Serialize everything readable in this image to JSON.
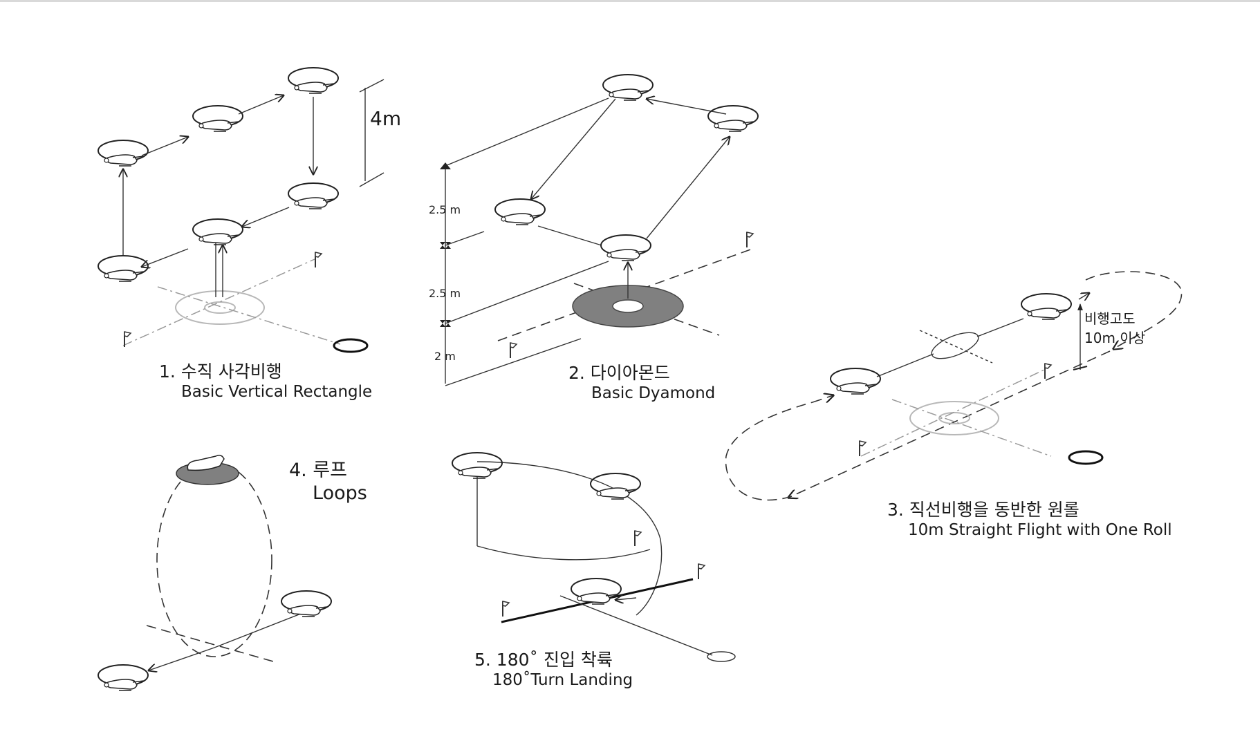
{
  "maneuvers": [
    {
      "title_ko": "1. 수직 사각비행",
      "title_en": "Basic Vertical Rectangle",
      "height_label": "4m"
    },
    {
      "title_ko": "2. 다이아몬드",
      "title_en": "Basic Dyamond",
      "heights": [
        "2.5 m",
        "2.5 m",
        "2 m"
      ]
    },
    {
      "title_ko": "3. 직선비행을 동반한 원롤",
      "title_en": "10m Straight Flight with One Roll",
      "altitude_label_1": "비행고도",
      "altitude_label_2": "10m 이상"
    },
    {
      "title_ko": "4. 루프",
      "title_en": "Loops"
    },
    {
      "title_ko": "5. 180˚ 진입 착륙",
      "title_en": "180˚Turn Landing"
    }
  ],
  "colors": {
    "line": "#222222",
    "pad_fill": "#808080",
    "faded": "#b8b8b8",
    "background": "#ffffff"
  },
  "icons": [
    "helicopter-icon",
    "flag-icon",
    "landing-pad-icon",
    "arrow-icon"
  ]
}
